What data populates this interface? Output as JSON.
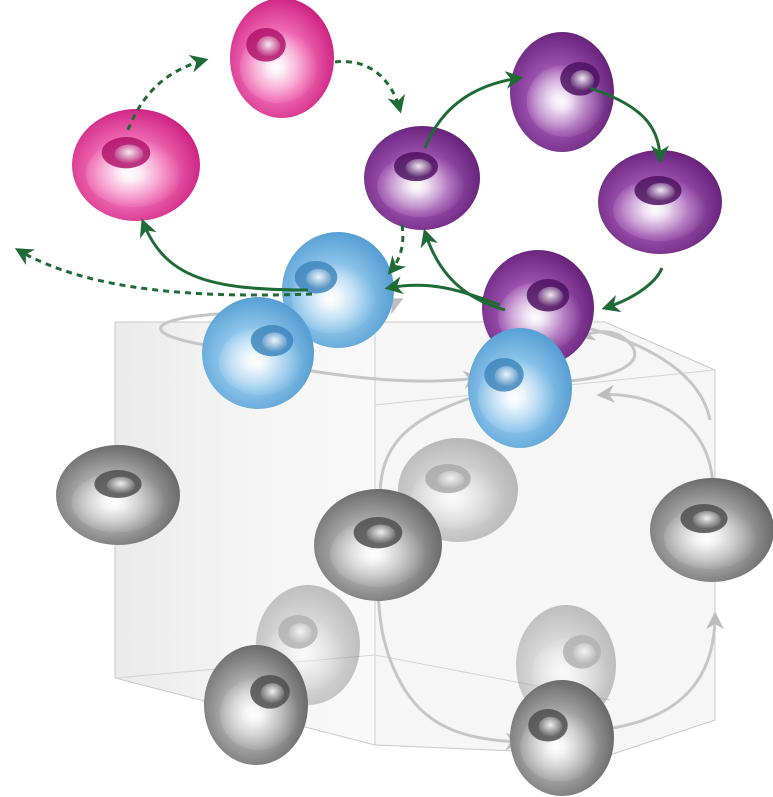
{
  "diagram": {
    "kind": "torus-recycling-diagram",
    "labels": [],
    "palette": {
      "pink": "#e8258f",
      "purple": "#7a2a8e",
      "blue": "#5aa8dc",
      "gray": "#8a8a8a",
      "green_arrow": "#1f6b35",
      "gray_arrow": "#c6c6c6",
      "box_fill": "#e7e7e7",
      "box_edge": "#c8c8c8"
    },
    "groups": [
      {
        "name": "pink-rings",
        "count": 2
      },
      {
        "name": "purple-rings",
        "count": 4
      },
      {
        "name": "blue-rings",
        "count": 3
      },
      {
        "name": "gray-rings",
        "count": 8
      }
    ]
  }
}
